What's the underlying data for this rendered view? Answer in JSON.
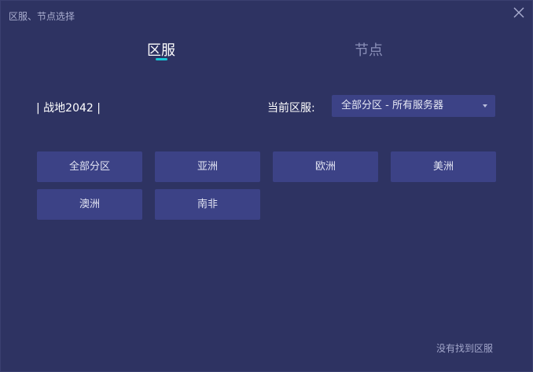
{
  "window": {
    "title": "区服、节点选择"
  },
  "tabs": [
    {
      "label": "区服",
      "active": true
    },
    {
      "label": "节点",
      "active": false
    }
  ],
  "game": {
    "label": "| 战地2042 |"
  },
  "current_region": {
    "label": "当前区服:",
    "selected": "全部分区 - 所有服务器"
  },
  "regions": [
    {
      "label": "全部分区"
    },
    {
      "label": "亚洲"
    },
    {
      "label": "欧洲"
    },
    {
      "label": "美洲"
    },
    {
      "label": "澳洲"
    },
    {
      "label": "南非"
    }
  ],
  "footer": {
    "not_found": "没有找到区服"
  },
  "colors": {
    "background": "#2e3362",
    "button": "#3c4286",
    "accent": "#17c8d8",
    "inactive_tab": "#8a8fb8"
  },
  "icons": {
    "close": "close-icon",
    "dropdown": "caret-down-icon"
  }
}
